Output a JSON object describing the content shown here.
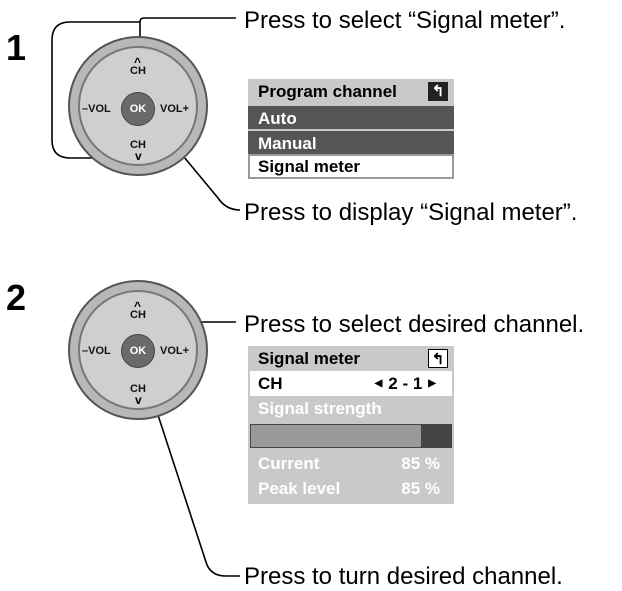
{
  "steps": [
    {
      "number": "1",
      "caption_top": "Press to select “Signal meter”.",
      "caption_bottom": "Press to display “Signal meter”."
    },
    {
      "number": "2",
      "caption_top": "Press to select desired channel.",
      "caption_bottom": "Press to turn desired channel."
    }
  ],
  "remote": {
    "ok_label": "OK",
    "ch_label": "CH",
    "vol_minus": "–VOL",
    "vol_plus": "VOL+",
    "up_arrow": "^",
    "down_arrow": "v"
  },
  "program_channel_menu": {
    "title": "Program channel",
    "return_icon": "return-icon",
    "items": [
      "Auto",
      "Manual",
      "Signal meter"
    ],
    "selected": "Signal meter"
  },
  "signal_meter_menu": {
    "title": "Signal meter",
    "return_icon": "return-icon",
    "ch_label": "CH",
    "ch_value": "2 - 1",
    "strength_label": "Signal strength",
    "strength_level": 0.85,
    "current_label": "Current",
    "current_value": "85 %",
    "peak_label": "Peak level",
    "peak_value": "85 %"
  },
  "colors": {
    "menu_bg": "#c9c9c9",
    "menu_dark": "#555555",
    "pad": "#b8b8b8",
    "ok": "#6a6a6a"
  }
}
